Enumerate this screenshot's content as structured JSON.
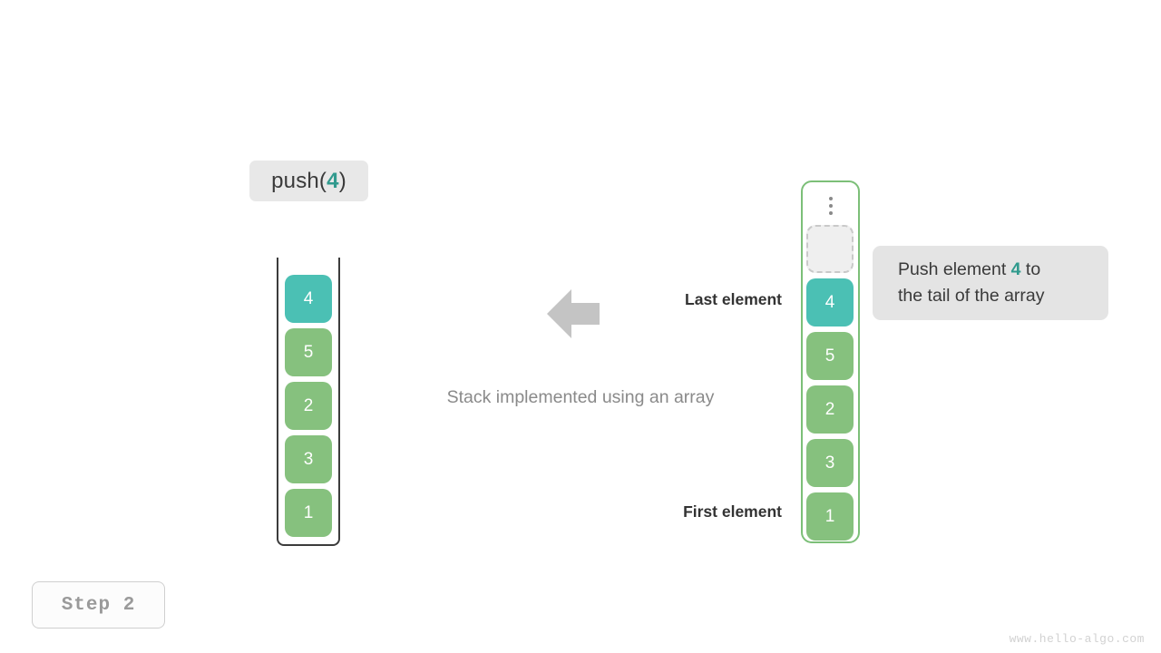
{
  "operation": {
    "prefix": "push(",
    "argument": "4",
    "suffix": ")"
  },
  "left_stack": {
    "name": "stack-container",
    "cells": [
      {
        "value": "4",
        "style": "teal"
      },
      {
        "value": "5",
        "style": "green"
      },
      {
        "value": "2",
        "style": "green"
      },
      {
        "value": "3",
        "style": "green"
      },
      {
        "value": "1",
        "style": "green"
      }
    ]
  },
  "right_array": {
    "name": "array-container",
    "ellipsis": "vertical-ellipsis-icon",
    "empty_slot_label": "",
    "cells": [
      {
        "value": "4",
        "style": "teal"
      },
      {
        "value": "5",
        "style": "green"
      },
      {
        "value": "2",
        "style": "green"
      },
      {
        "value": "3",
        "style": "green"
      },
      {
        "value": "1",
        "style": "green"
      }
    ]
  },
  "callout": {
    "line1_prefix": "Push element ",
    "line1_accent": "4",
    "line1_suffix": " to",
    "line2": "the tail of the array"
  },
  "annotations": {
    "arrow": "arrow-left-icon",
    "last_element": "Last element",
    "first_element": "First element",
    "caption": "Stack implemented using an array"
  },
  "step_badge": {
    "label": "Step 2"
  },
  "watermark": {
    "text": "www.hello-algo.com"
  },
  "colors": {
    "teal": "#4bc0b4",
    "green": "#86c17e",
    "accent_text": "#2f9a8d",
    "array_border": "#7cbf78",
    "stack_border": "#3c3c3c",
    "badge_bg": "#e8e8e8",
    "callout_bg": "#e4e4e4",
    "caption_gray": "#8a8a8a",
    "arrow_gray": "#c4c4c4"
  }
}
